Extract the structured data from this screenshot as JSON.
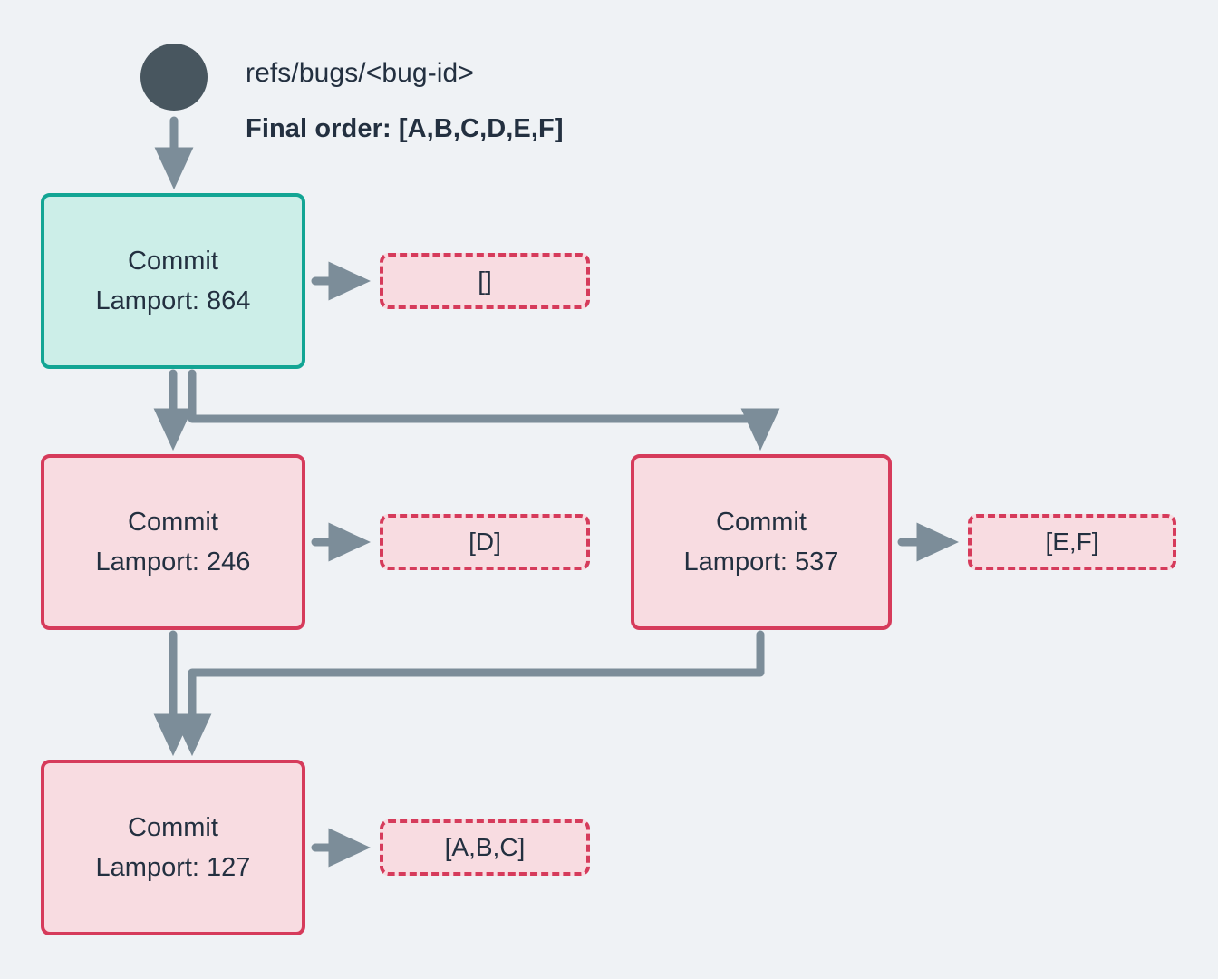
{
  "diagram": {
    "ref_label": "refs/bugs/<bug-id>",
    "final_order": "Final order: [A,B,C,D,E,F]",
    "colors": {
      "background": "#eff2f5",
      "start_node": "#48565f",
      "edge": "#7c8d99",
      "teal_border": "#12a594",
      "teal_fill": "#cceee8",
      "pink_border": "#d63b5b",
      "pink_fill": "#f8dce1",
      "text": "#233040"
    },
    "nodes": [
      {
        "id": "864",
        "title": "Commit",
        "lamport": "Lamport: 864",
        "payload": "[]",
        "variant": "teal"
      },
      {
        "id": "246",
        "title": "Commit",
        "lamport": "Lamport: 246",
        "payload": "[D]",
        "variant": "pink"
      },
      {
        "id": "537",
        "title": "Commit",
        "lamport": "Lamport: 537",
        "payload": "[E,F]",
        "variant": "pink"
      },
      {
        "id": "127",
        "title": "Commit",
        "lamport": "Lamport: 127",
        "payload": "[A,B,C]",
        "variant": "pink"
      }
    ],
    "edges": [
      {
        "from": "start",
        "to": "864"
      },
      {
        "from": "864",
        "to": "246"
      },
      {
        "from": "864",
        "to": "537"
      },
      {
        "from": "246",
        "to": "127"
      },
      {
        "from": "537",
        "to": "127"
      },
      {
        "from": "864",
        "to": "payload-864"
      },
      {
        "from": "246",
        "to": "payload-246"
      },
      {
        "from": "537",
        "to": "payload-537"
      },
      {
        "from": "127",
        "to": "payload-127"
      }
    ]
  }
}
